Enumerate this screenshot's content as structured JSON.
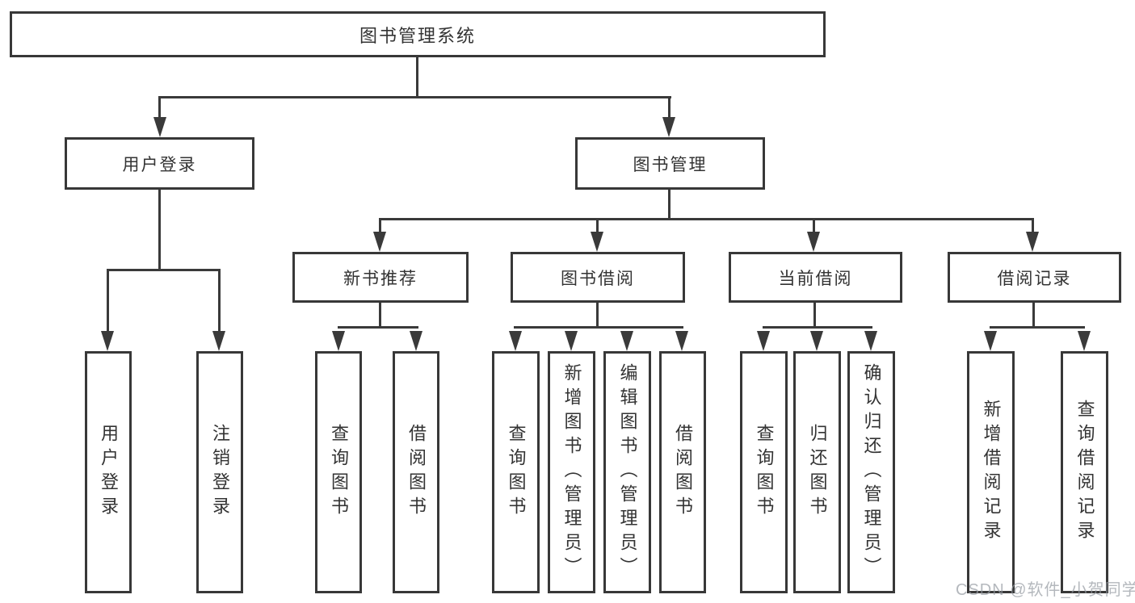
{
  "diagram": {
    "type": "hierarchy-tree",
    "title": "图书管理系统",
    "colors": {
      "line": "#3a3a3a",
      "border": "#383838",
      "text": "#333333",
      "background": "#ffffff",
      "watermark": "#9aa0a7"
    },
    "nodes": {
      "root": {
        "label": "图书管理系统",
        "children": [
          "user_login",
          "book_management"
        ]
      },
      "user_login": {
        "label": "用户登录",
        "children": [
          "ul_login",
          "ul_logout"
        ]
      },
      "book_management": {
        "label": "图书管理",
        "children": [
          "new_book_rec",
          "book_borrowing",
          "current_borrowing",
          "borrowing_records"
        ]
      },
      "new_book_rec": {
        "label": "新书推荐",
        "children": [
          "nbr_query_books",
          "nbr_borrow_books"
        ]
      },
      "book_borrowing": {
        "label": "图书借阅",
        "children": [
          "bb_query_books",
          "bb_add_books",
          "bb_edit_books",
          "bb_borrow_books"
        ]
      },
      "current_borrowing": {
        "label": "当前借阅",
        "children": [
          "cb_query_books",
          "cb_return_books",
          "cb_confirm_return"
        ]
      },
      "borrowing_records": {
        "label": "借阅记录",
        "children": [
          "br_add_record",
          "br_query_record"
        ]
      },
      "ul_login": {
        "label": "用户登录"
      },
      "ul_logout": {
        "label": "注销登录"
      },
      "nbr_query_books": {
        "label": "查询图书"
      },
      "nbr_borrow_books": {
        "label": "借阅图书"
      },
      "bb_query_books": {
        "label": "查询图书"
      },
      "bb_add_books": {
        "label": "新增图书（管理员）"
      },
      "bb_edit_books": {
        "label": "编辑图书（管理员）"
      },
      "bb_borrow_books": {
        "label": "借阅图书"
      },
      "cb_query_books": {
        "label": "查询图书"
      },
      "cb_return_books": {
        "label": "归还图书"
      },
      "cb_confirm_return": {
        "label": "确认归还（管理员）"
      },
      "br_add_record": {
        "label": "新增借阅记录"
      },
      "br_query_record": {
        "label": "查询借阅记录"
      }
    },
    "watermark": "CSDN @软件_小贺同学"
  }
}
